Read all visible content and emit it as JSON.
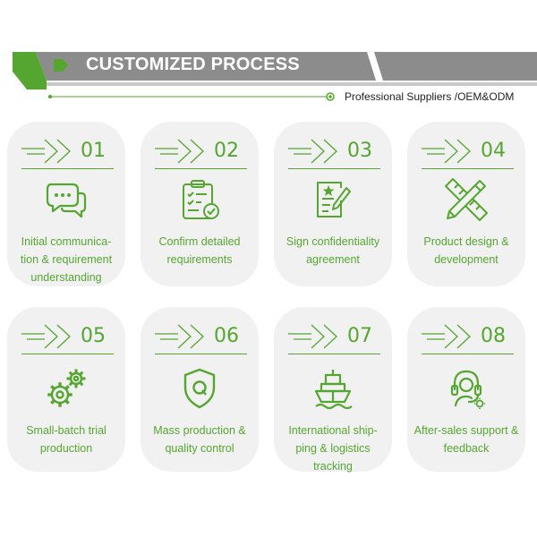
{
  "header": {
    "title": "CUSTOMIZED PROCESS",
    "subtitle": "Professional Suppliers /OEM&ODM"
  },
  "colors": {
    "accent_green": "#55a630",
    "banner_gray": "#8c8c8c",
    "card_background": "#f1f1f1"
  },
  "steps": [
    {
      "number": "01",
      "label": "Initial communica-tion & requirement understanding",
      "icon": "chat-bubbles-icon"
    },
    {
      "number": "02",
      "label": "Confirm detailed requirements",
      "icon": "clipboard-checklist-icon"
    },
    {
      "number": "03",
      "label": "Sign confidentiality agreement",
      "icon": "contract-signing-icon"
    },
    {
      "number": "04",
      "label": "Product design & development",
      "icon": "ruler-pencil-icon"
    },
    {
      "number": "05",
      "label": "Small-batch trial production",
      "icon": "gears-icon"
    },
    {
      "number": "06",
      "label": "Mass production & quality control",
      "icon": "quality-shield-icon"
    },
    {
      "number": "07",
      "label": "International ship-ping & logistics tracking",
      "icon": "cargo-ship-icon"
    },
    {
      "number": "08",
      "label": "After-sales support & feedback",
      "icon": "support-headset-icon"
    }
  ]
}
